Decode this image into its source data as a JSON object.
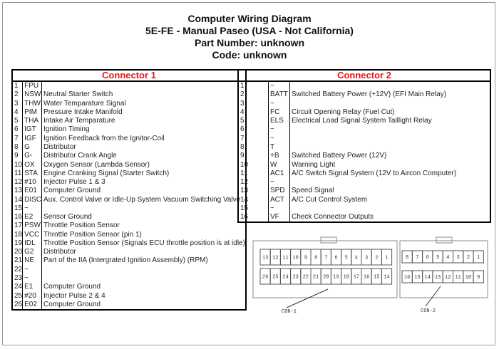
{
  "title": {
    "line1": "Computer Wiring Diagram",
    "line2": "5E-FE - Manual Paseo (USA - Not California)",
    "line3": "Part Number: unknown",
    "line4": "Code: unknown"
  },
  "connector1": {
    "header": "Connector 1",
    "rows": [
      [
        "1",
        "FPU",
        ""
      ],
      [
        "2",
        "NSW",
        "Neutral Starter Switch"
      ],
      [
        "3",
        "THW",
        "Water Temparature Signal"
      ],
      [
        "4",
        "PIM",
        "Pressure Intake Manifold"
      ],
      [
        "5",
        "THA",
        "Intake Air Temparature"
      ],
      [
        "6",
        "IGT",
        "Ignition Timing"
      ],
      [
        "7",
        "IGF",
        "Ignition Feedback from the Ignitor-Coil"
      ],
      [
        "8",
        "G",
        "Distributor"
      ],
      [
        "9",
        "G-",
        "Distributor Crank Angle"
      ],
      [
        "10",
        "OX",
        "Oxygen Sensor (Lambda Sensor)"
      ],
      [
        "11",
        "STA",
        "Engine Cranking Signal (Starter Switch)"
      ],
      [
        "12",
        "#10",
        "Injector Pulse 1 & 3"
      ],
      [
        "13",
        "E01",
        "Computer Ground"
      ],
      [
        "14",
        "DISC",
        "Aux. Control Valve or Idle-Up System Vacuum Switching Valve"
      ],
      [
        "15",
        "~",
        ""
      ],
      [
        "16",
        "E2",
        "Sensor Ground"
      ],
      [
        "17",
        "PSW",
        "Throttle Position Sensor"
      ],
      [
        "18",
        "VCC",
        "Throttle Position Sensor (pin 1)"
      ],
      [
        "19",
        "IDL",
        "Throttle Position Sensor (Signals ECU throttle position is at idle)"
      ],
      [
        "20",
        "G2",
        "Distributor"
      ],
      [
        "21",
        "NE",
        "Part of the IIA (Intergrated Ignition Assembly) (RPM)"
      ],
      [
        "22",
        "~",
        ""
      ],
      [
        "23",
        "~",
        ""
      ],
      [
        "24",
        "E1",
        "Computer Ground"
      ],
      [
        "25",
        "#20",
        "Injector Pulse 2 & 4"
      ],
      [
        "26",
        "E02",
        "Computer Ground"
      ]
    ]
  },
  "connector2": {
    "header": "Connector 2",
    "rows": [
      [
        "1",
        "~",
        ""
      ],
      [
        "2",
        "BATT",
        "Switched Battery Power (+12V) (EFI Main Relay)"
      ],
      [
        "3",
        "~",
        ""
      ],
      [
        "4",
        "FC",
        "Circuit Opening Relay (Fuel Cut)"
      ],
      [
        "5",
        "ELS",
        "Electrical Load Signal System Taillight Relay"
      ],
      [
        "6",
        "~",
        ""
      ],
      [
        "7",
        "~",
        ""
      ],
      [
        "8",
        "T",
        ""
      ],
      [
        "9",
        "+B",
        "Switched Battery Power (12V)"
      ],
      [
        "10",
        "W",
        "Warning Light"
      ],
      [
        "11",
        "AC1",
        "A/C Switch Signal System (12V to Aircon Computer)"
      ],
      [
        "12",
        "~",
        ""
      ],
      [
        "13",
        "SPD",
        "Speed Signal"
      ],
      [
        "14",
        "ACT",
        "A/C Cut Control System"
      ],
      [
        "15",
        "~",
        ""
      ],
      [
        "16",
        "VF",
        "Check Connector Outputs"
      ]
    ]
  },
  "diagram": {
    "con1_top": [
      "13",
      "12",
      "11",
      "10",
      "9",
      "8",
      "7",
      "6",
      "5",
      "4",
      "3",
      "2",
      "1"
    ],
    "con1_bottom": [
      "26",
      "25",
      "24",
      "23",
      "22",
      "21",
      "20",
      "19",
      "18",
      "17",
      "16",
      "15",
      "14"
    ],
    "con2_top": [
      "8",
      "7",
      "6",
      "5",
      "4",
      "3",
      "2",
      "1"
    ],
    "con2_bottom": [
      "16",
      "15",
      "14",
      "13",
      "12",
      "11",
      "10",
      "9"
    ],
    "con1_label": "CON-1",
    "con2_label": "CON-2"
  }
}
